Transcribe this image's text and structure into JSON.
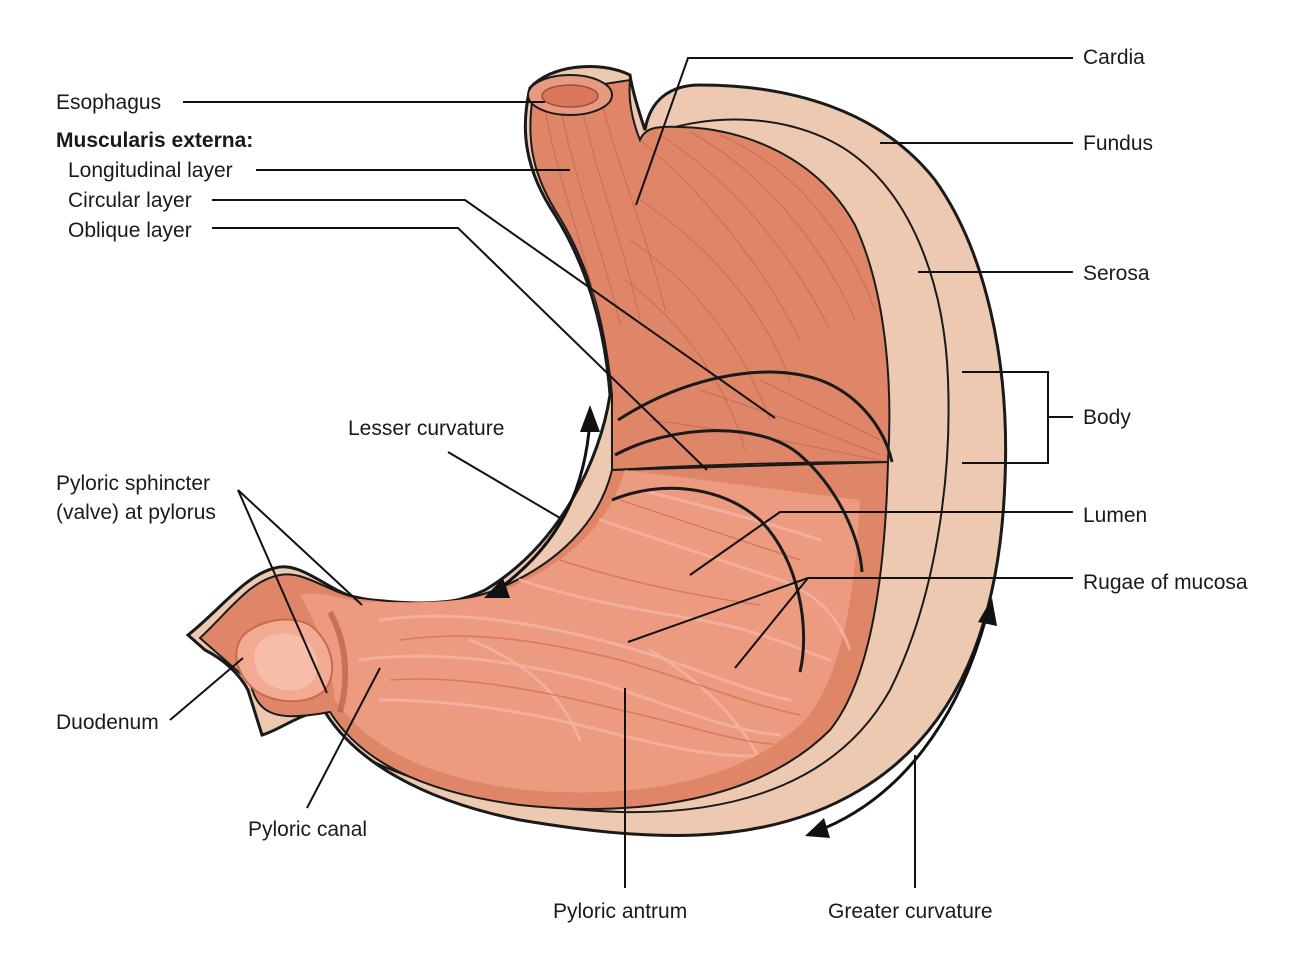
{
  "labels": {
    "esophagus": "Esophagus",
    "muscularis_externa": "Muscularis externa:",
    "longitudinal_layer": "Longitudinal layer",
    "circular_layer": "Circular layer",
    "oblique_layer": "Oblique layer",
    "lesser_curvature": "Lesser curvature",
    "pyloric_sphincter_line1": "Pyloric sphincter",
    "pyloric_sphincter_line2": "(valve) at pylorus",
    "duodenum": "Duodenum",
    "pyloric_canal": "Pyloric canal",
    "pyloric_antrum": "Pyloric antrum",
    "greater_curvature": "Greater curvature",
    "cardia": "Cardia",
    "fundus": "Fundus",
    "serosa": "Serosa",
    "body": "Body",
    "lumen": "Lumen",
    "rugae_of_mucosa": "Rugae of mucosa"
  },
  "colors": {
    "serosa": "#edc9b2",
    "serosa_edge": "#1a1a1a",
    "muscle": "#df8568",
    "muscle_dark": "#c86a50",
    "mucosa": "#ec9a80",
    "mucosa_light": "#f5b8a4"
  }
}
